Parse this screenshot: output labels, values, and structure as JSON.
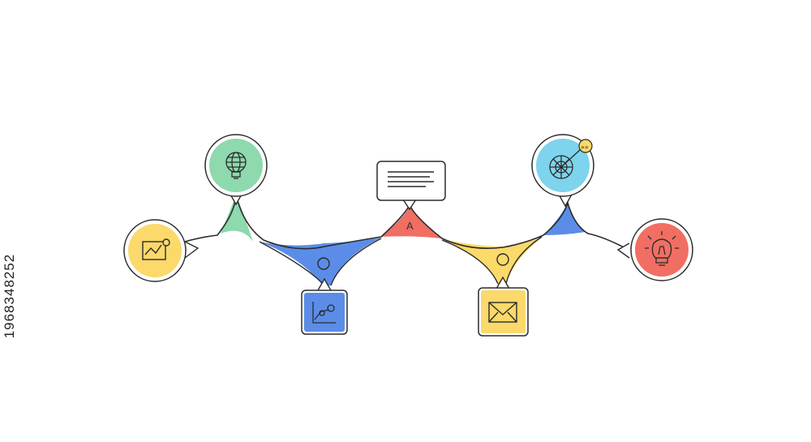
{
  "stock_id": "1968348252",
  "diagram": {
    "center_letter": "A",
    "colors": {
      "green": "#8ed9ae",
      "blue": "#5b8de8",
      "red": "#f16e63",
      "yellow": "#fbd96a",
      "cyan": "#7dd4ec",
      "outline": "#2b2b2b"
    },
    "nodes": [
      {
        "id": "chart-node",
        "icon": "line-chart-icon",
        "color": "yellow"
      },
      {
        "id": "globe-bulb-node",
        "icon": "globe-lightbulb-icon",
        "color": "green"
      },
      {
        "id": "bar-chart-node",
        "icon": "scatter-chart-icon",
        "color": "blue"
      },
      {
        "id": "text-card-node",
        "icon": "text-lines-icon",
        "color": "white"
      },
      {
        "id": "mail-node",
        "icon": "envelope-icon",
        "color": "yellow"
      },
      {
        "id": "target-node",
        "icon": "target-arrow-icon",
        "color": "cyan"
      },
      {
        "id": "lightbulb-node",
        "icon": "lightbulb-icon",
        "color": "red"
      }
    ]
  }
}
